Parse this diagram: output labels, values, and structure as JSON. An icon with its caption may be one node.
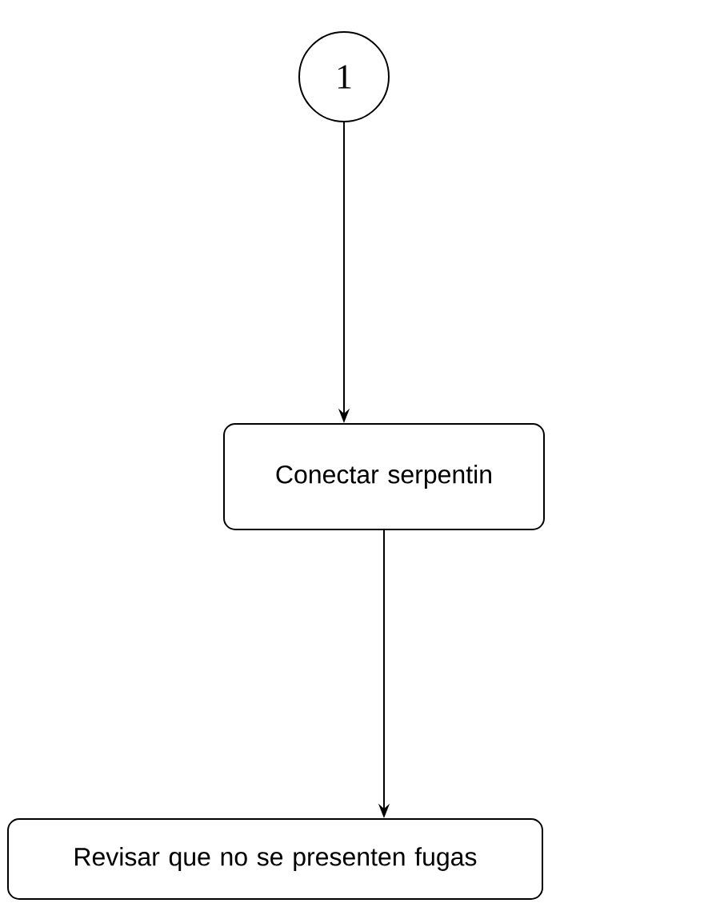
{
  "diagram": {
    "nodes": [
      {
        "text": [
          "1"
        ]
      },
      {
        "text": [
          "Conectar serpentin"
        ]
      },
      {
        "text": [
          "Revisar que no se presenten fugas"
        ]
      }
    ],
    "edges": [
      {
        "from": 0,
        "to": 1,
        "arrow": "to"
      },
      {
        "from": 1,
        "to": 2,
        "arrow": "to"
      }
    ]
  }
}
